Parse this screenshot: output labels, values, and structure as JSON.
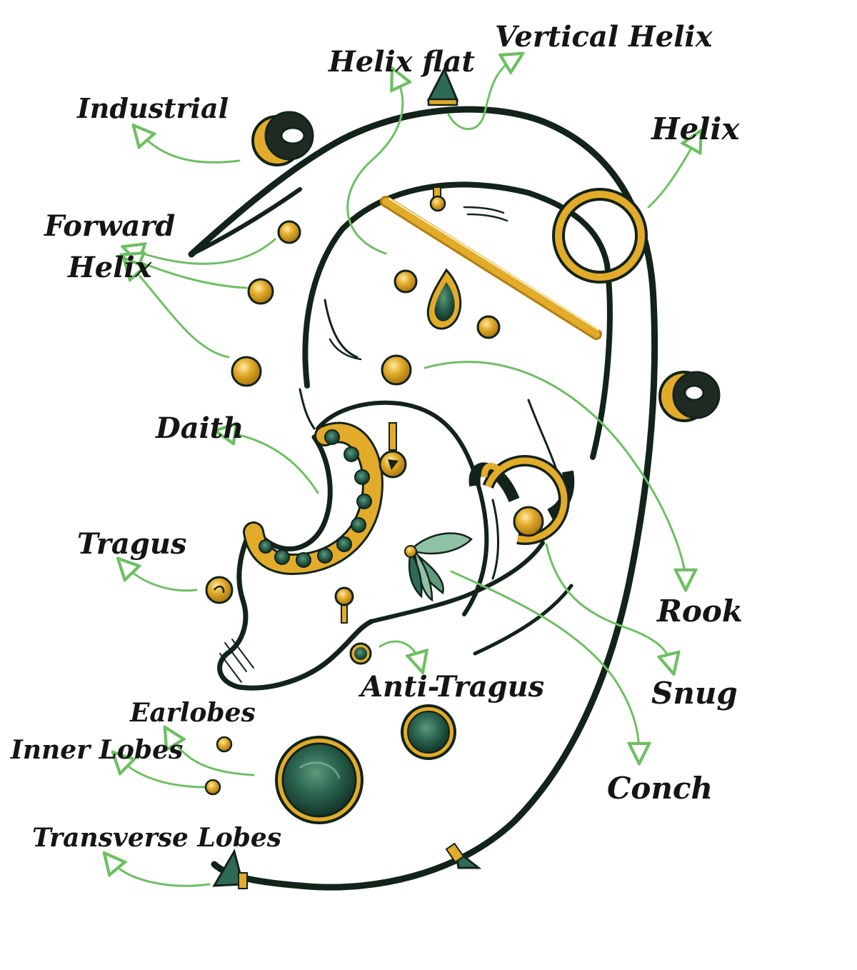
{
  "labels": {
    "industrial": "Industrial",
    "helix_flat": "Helix flat",
    "vertical_helix": "Vertical Helix",
    "helix": "Helix",
    "forward_helix_line1": "Forward",
    "forward_helix_line2": "Helix",
    "daith": "Daith",
    "tragus": "Tragus",
    "rook": "Rook",
    "snug": "Snug",
    "anti_tragus": "Anti-Tragus",
    "conch": "Conch",
    "earlobes": "Earlobes",
    "inner_lobes": "Inner Lobes",
    "transverse_lobes": "Transverse Lobes"
  },
  "colors": {
    "outline": "#12231a",
    "gold": "#e2ab2a",
    "gold_dark": "#b07e12",
    "arrow": "#6ebf63",
    "gem": "#2f6a55",
    "gem_dark": "#173d30",
    "gem_light": "#8fc1a4"
  }
}
